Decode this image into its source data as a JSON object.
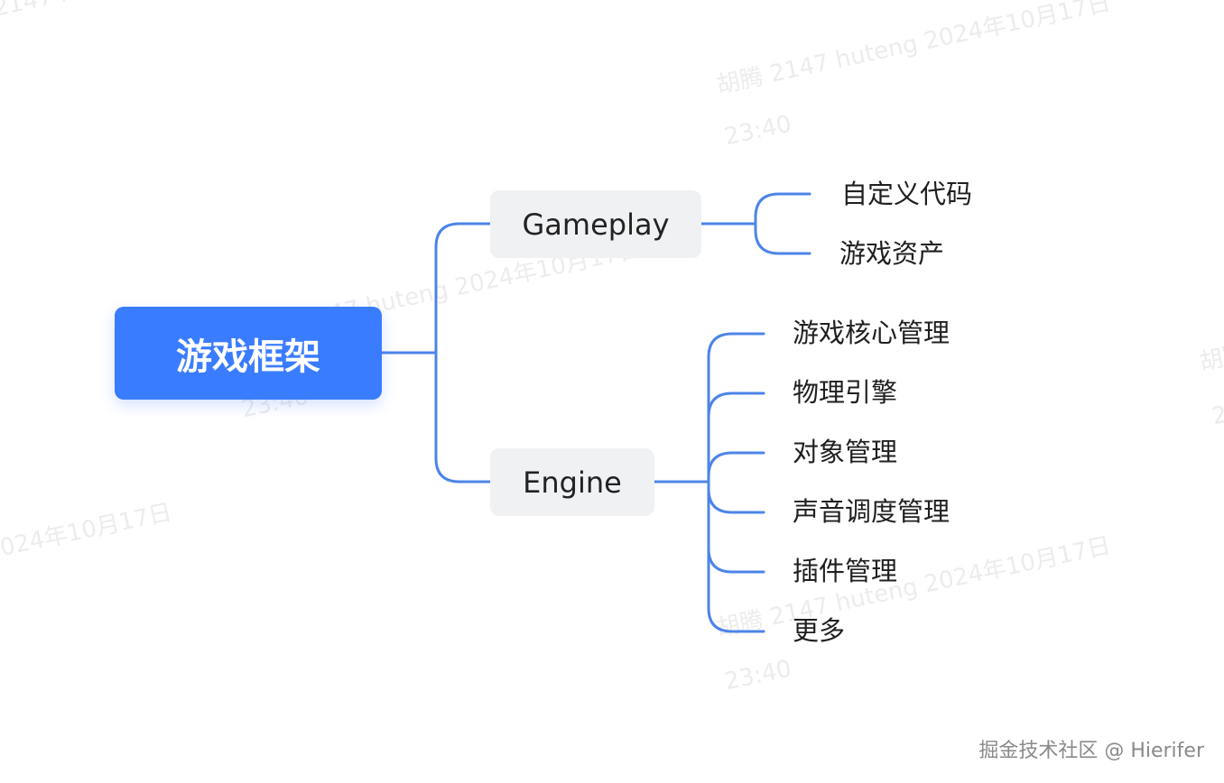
{
  "mindmap": {
    "root": "游戏框架",
    "branches": [
      {
        "label": "Gameplay",
        "children": [
          "自定义代码",
          "游戏资产"
        ]
      },
      {
        "label": "Engine",
        "children": [
          "游戏核心管理",
          "物理引擎",
          "对象管理",
          "声音调度管理",
          "插件管理",
          "更多"
        ]
      }
    ]
  },
  "colors": {
    "root_fill": "#3a7cff",
    "link": "#4d84e8",
    "branch_fill": "#f0f1f3"
  },
  "watermark": {
    "line1": "胡腾 2147 huteng 2024年10月17日",
    "line2": "23:40"
  },
  "footer": "掘金技术社区 @ Hierifer"
}
